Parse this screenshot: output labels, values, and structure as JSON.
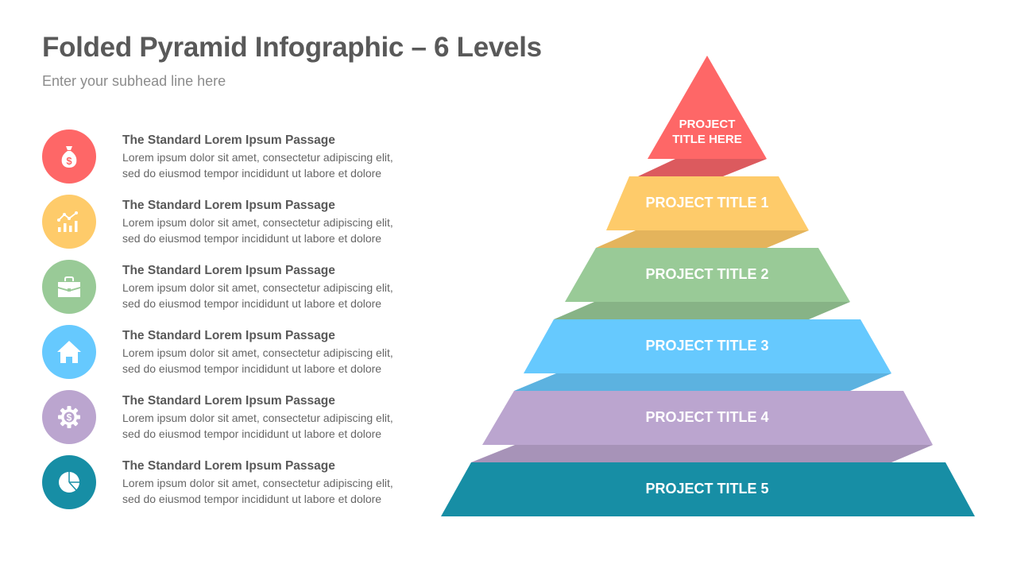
{
  "header": {
    "title": "Folded Pyramid Infographic – 6 Levels",
    "subtitle": "Enter your subhead line here"
  },
  "items": [
    {
      "icon": "money-bag-icon",
      "color": "#fe6767",
      "heading": "The Standard Lorem Ipsum Passage",
      "line1": "Lorem ipsum dolor sit amet, consectetur adipiscing elit,",
      "line2": "sed do eiusmod  tempor incididunt ut labore et dolore"
    },
    {
      "icon": "chart-growth-icon",
      "color": "#fecb6a",
      "heading": "The Standard Lorem Ipsum Passage",
      "line1": "Lorem ipsum dolor sit amet, consectetur adipiscing elit,",
      "line2": "sed do eiusmod  tempor incididunt ut labore et dolore"
    },
    {
      "icon": "briefcase-icon",
      "color": "#99ca97",
      "heading": "The Standard Lorem Ipsum Passage",
      "line1": "Lorem ipsum dolor sit amet, consectetur adipiscing elit,",
      "line2": "sed do eiusmod  tempor incididunt ut labore et dolore"
    },
    {
      "icon": "home-icon",
      "color": "#66c9fe",
      "heading": "The Standard Lorem Ipsum Passage",
      "line1": "Lorem ipsum dolor sit amet, consectetur adipiscing elit,",
      "line2": "sed do eiusmod  tempor incididunt ut labore et dolore"
    },
    {
      "icon": "gear-dollar-icon",
      "color": "#bba5cf",
      "heading": "The Standard Lorem Ipsum Passage",
      "line1": "Lorem ipsum dolor sit amet, consectetur adipiscing elit,",
      "line2": "sed do eiusmod  tempor incididunt ut labore et dolore"
    },
    {
      "icon": "pie-chart-icon",
      "color": "#178ea5",
      "heading": "The Standard Lorem Ipsum Passage",
      "line1": "Lorem ipsum dolor sit amet, consectetur adipiscing elit,",
      "line2": "sed do eiusmod  tempor incididunt ut labore et dolore"
    }
  ],
  "pyramid": {
    "top": {
      "line1": "PROJECT",
      "line2": "TITLE HERE",
      "color": "#fe6767",
      "fold_color": "#dc5a5e"
    },
    "levels": [
      {
        "label": "PROJECT TITLE 1",
        "color": "#fecb6a",
        "fold_color": "#e4b45c"
      },
      {
        "label": "PROJECT TITLE 2",
        "color": "#99ca97",
        "fold_color": "#87b386"
      },
      {
        "label": "PROJECT TITLE 3",
        "color": "#66c9fe",
        "fold_color": "#5cb2e0"
      },
      {
        "label": "PROJECT TITLE 4",
        "color": "#bba5cf",
        "fold_color": "#a793b8"
      },
      {
        "label": "PROJECT TITLE 5",
        "color": "#178ea5"
      }
    ]
  }
}
